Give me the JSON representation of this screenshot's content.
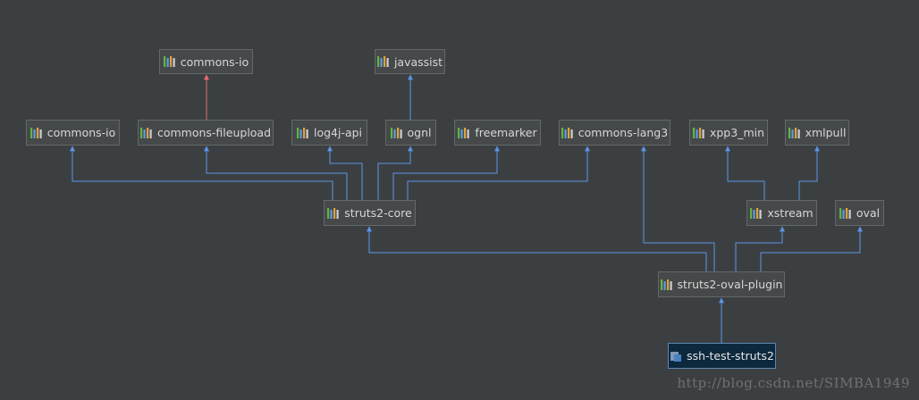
{
  "colors": {
    "background": "#3c3f41",
    "node_fill": "#45494a",
    "node_border": "#646868",
    "node_text": "#d7d7d7",
    "root_fill": "#0d293e",
    "root_border": "#5b87b3",
    "edge_normal": "#5b94e6",
    "edge_conflict": "#e86b6b",
    "icon_bars": [
      "#62b543",
      "#5e9ce5",
      "#e0a33c",
      "#cfcfcf"
    ]
  },
  "nodes": {
    "commons_io_top": {
      "label": "commons-io",
      "icon": "library-icon"
    },
    "javassist": {
      "label": "javassist",
      "icon": "library-icon"
    },
    "commons_io": {
      "label": "commons-io",
      "icon": "library-icon"
    },
    "commons_fileupload": {
      "label": "commons-fileupload",
      "icon": "library-icon"
    },
    "log4j_api": {
      "label": "log4j-api",
      "icon": "library-icon"
    },
    "ognl": {
      "label": "ognl",
      "icon": "library-icon"
    },
    "freemarker": {
      "label": "freemarker",
      "icon": "library-icon"
    },
    "commons_lang3": {
      "label": "commons-lang3",
      "icon": "library-icon"
    },
    "xpp3_min": {
      "label": "xpp3_min",
      "icon": "library-icon"
    },
    "xmlpull": {
      "label": "xmlpull",
      "icon": "library-icon"
    },
    "struts2_core": {
      "label": "struts2-core",
      "icon": "library-icon"
    },
    "xstream": {
      "label": "xstream",
      "icon": "library-icon"
    },
    "oval": {
      "label": "oval",
      "icon": "library-icon"
    },
    "struts2_oval_plugin": {
      "label": "struts2-oval-plugin",
      "icon": "library-icon"
    },
    "ssh_test_struts2": {
      "label": "ssh-test-struts2",
      "icon": "module-icon"
    }
  },
  "edges": [
    {
      "from": "commons_fileupload",
      "to": "commons_io_top",
      "kind": "conflict"
    },
    {
      "from": "ognl",
      "to": "javassist",
      "kind": "normal"
    },
    {
      "from": "struts2_core",
      "to": "commons_io",
      "kind": "normal"
    },
    {
      "from": "struts2_core",
      "to": "commons_fileupload",
      "kind": "normal"
    },
    {
      "from": "struts2_core",
      "to": "log4j_api",
      "kind": "normal"
    },
    {
      "from": "struts2_core",
      "to": "ognl",
      "kind": "normal"
    },
    {
      "from": "struts2_core",
      "to": "freemarker",
      "kind": "normal"
    },
    {
      "from": "struts2_core",
      "to": "commons_lang3",
      "kind": "normal"
    },
    {
      "from": "xstream",
      "to": "xpp3_min",
      "kind": "normal"
    },
    {
      "from": "xstream",
      "to": "xmlpull",
      "kind": "normal"
    },
    {
      "from": "struts2_oval_plugin",
      "to": "struts2_core",
      "kind": "normal"
    },
    {
      "from": "struts2_oval_plugin",
      "to": "commons_lang3",
      "kind": "normal"
    },
    {
      "from": "struts2_oval_plugin",
      "to": "xstream",
      "kind": "normal"
    },
    {
      "from": "struts2_oval_plugin",
      "to": "oval",
      "kind": "normal"
    },
    {
      "from": "ssh_test_struts2",
      "to": "struts2_oval_plugin",
      "kind": "normal"
    }
  ],
  "watermark": "http://blog.csdn.net/SIMBA1949"
}
